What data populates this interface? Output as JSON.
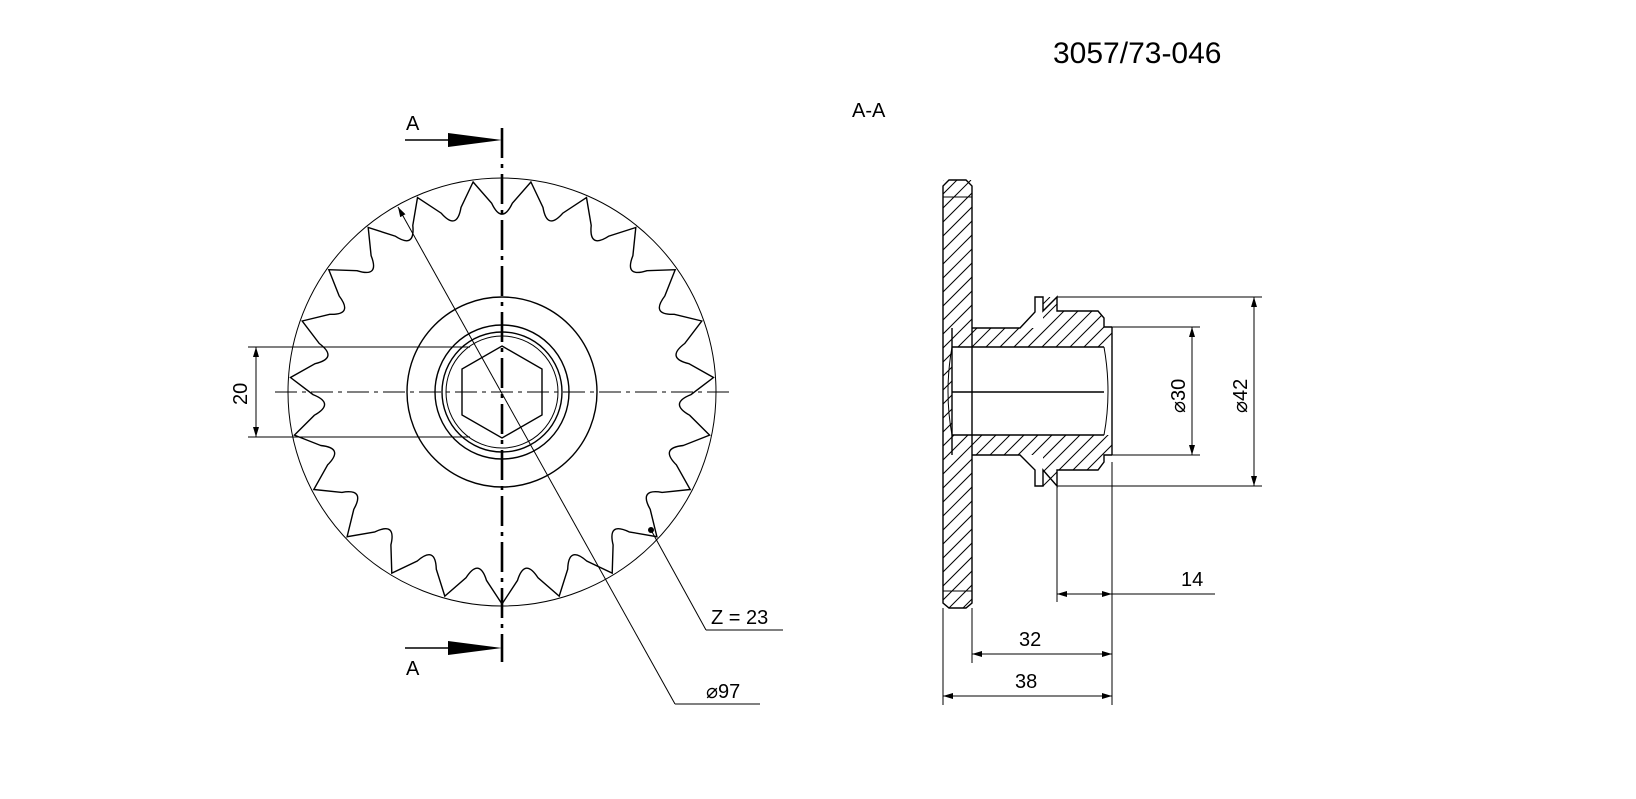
{
  "drawing": {
    "part_number": "3057/73-046",
    "section_title": "A-A",
    "section_mark_top": "A",
    "section_mark_bottom": "A"
  },
  "dimensions": {
    "hex_width": "20",
    "teeth": "Z = 23",
    "outer_diameter": "⌀97",
    "bore_diameter": "⌀30",
    "hub_diameter": "⌀42",
    "hub_step_length": "14",
    "hub_length": "32",
    "total_length": "38"
  },
  "sprocket": {
    "teeth_count": 23
  }
}
